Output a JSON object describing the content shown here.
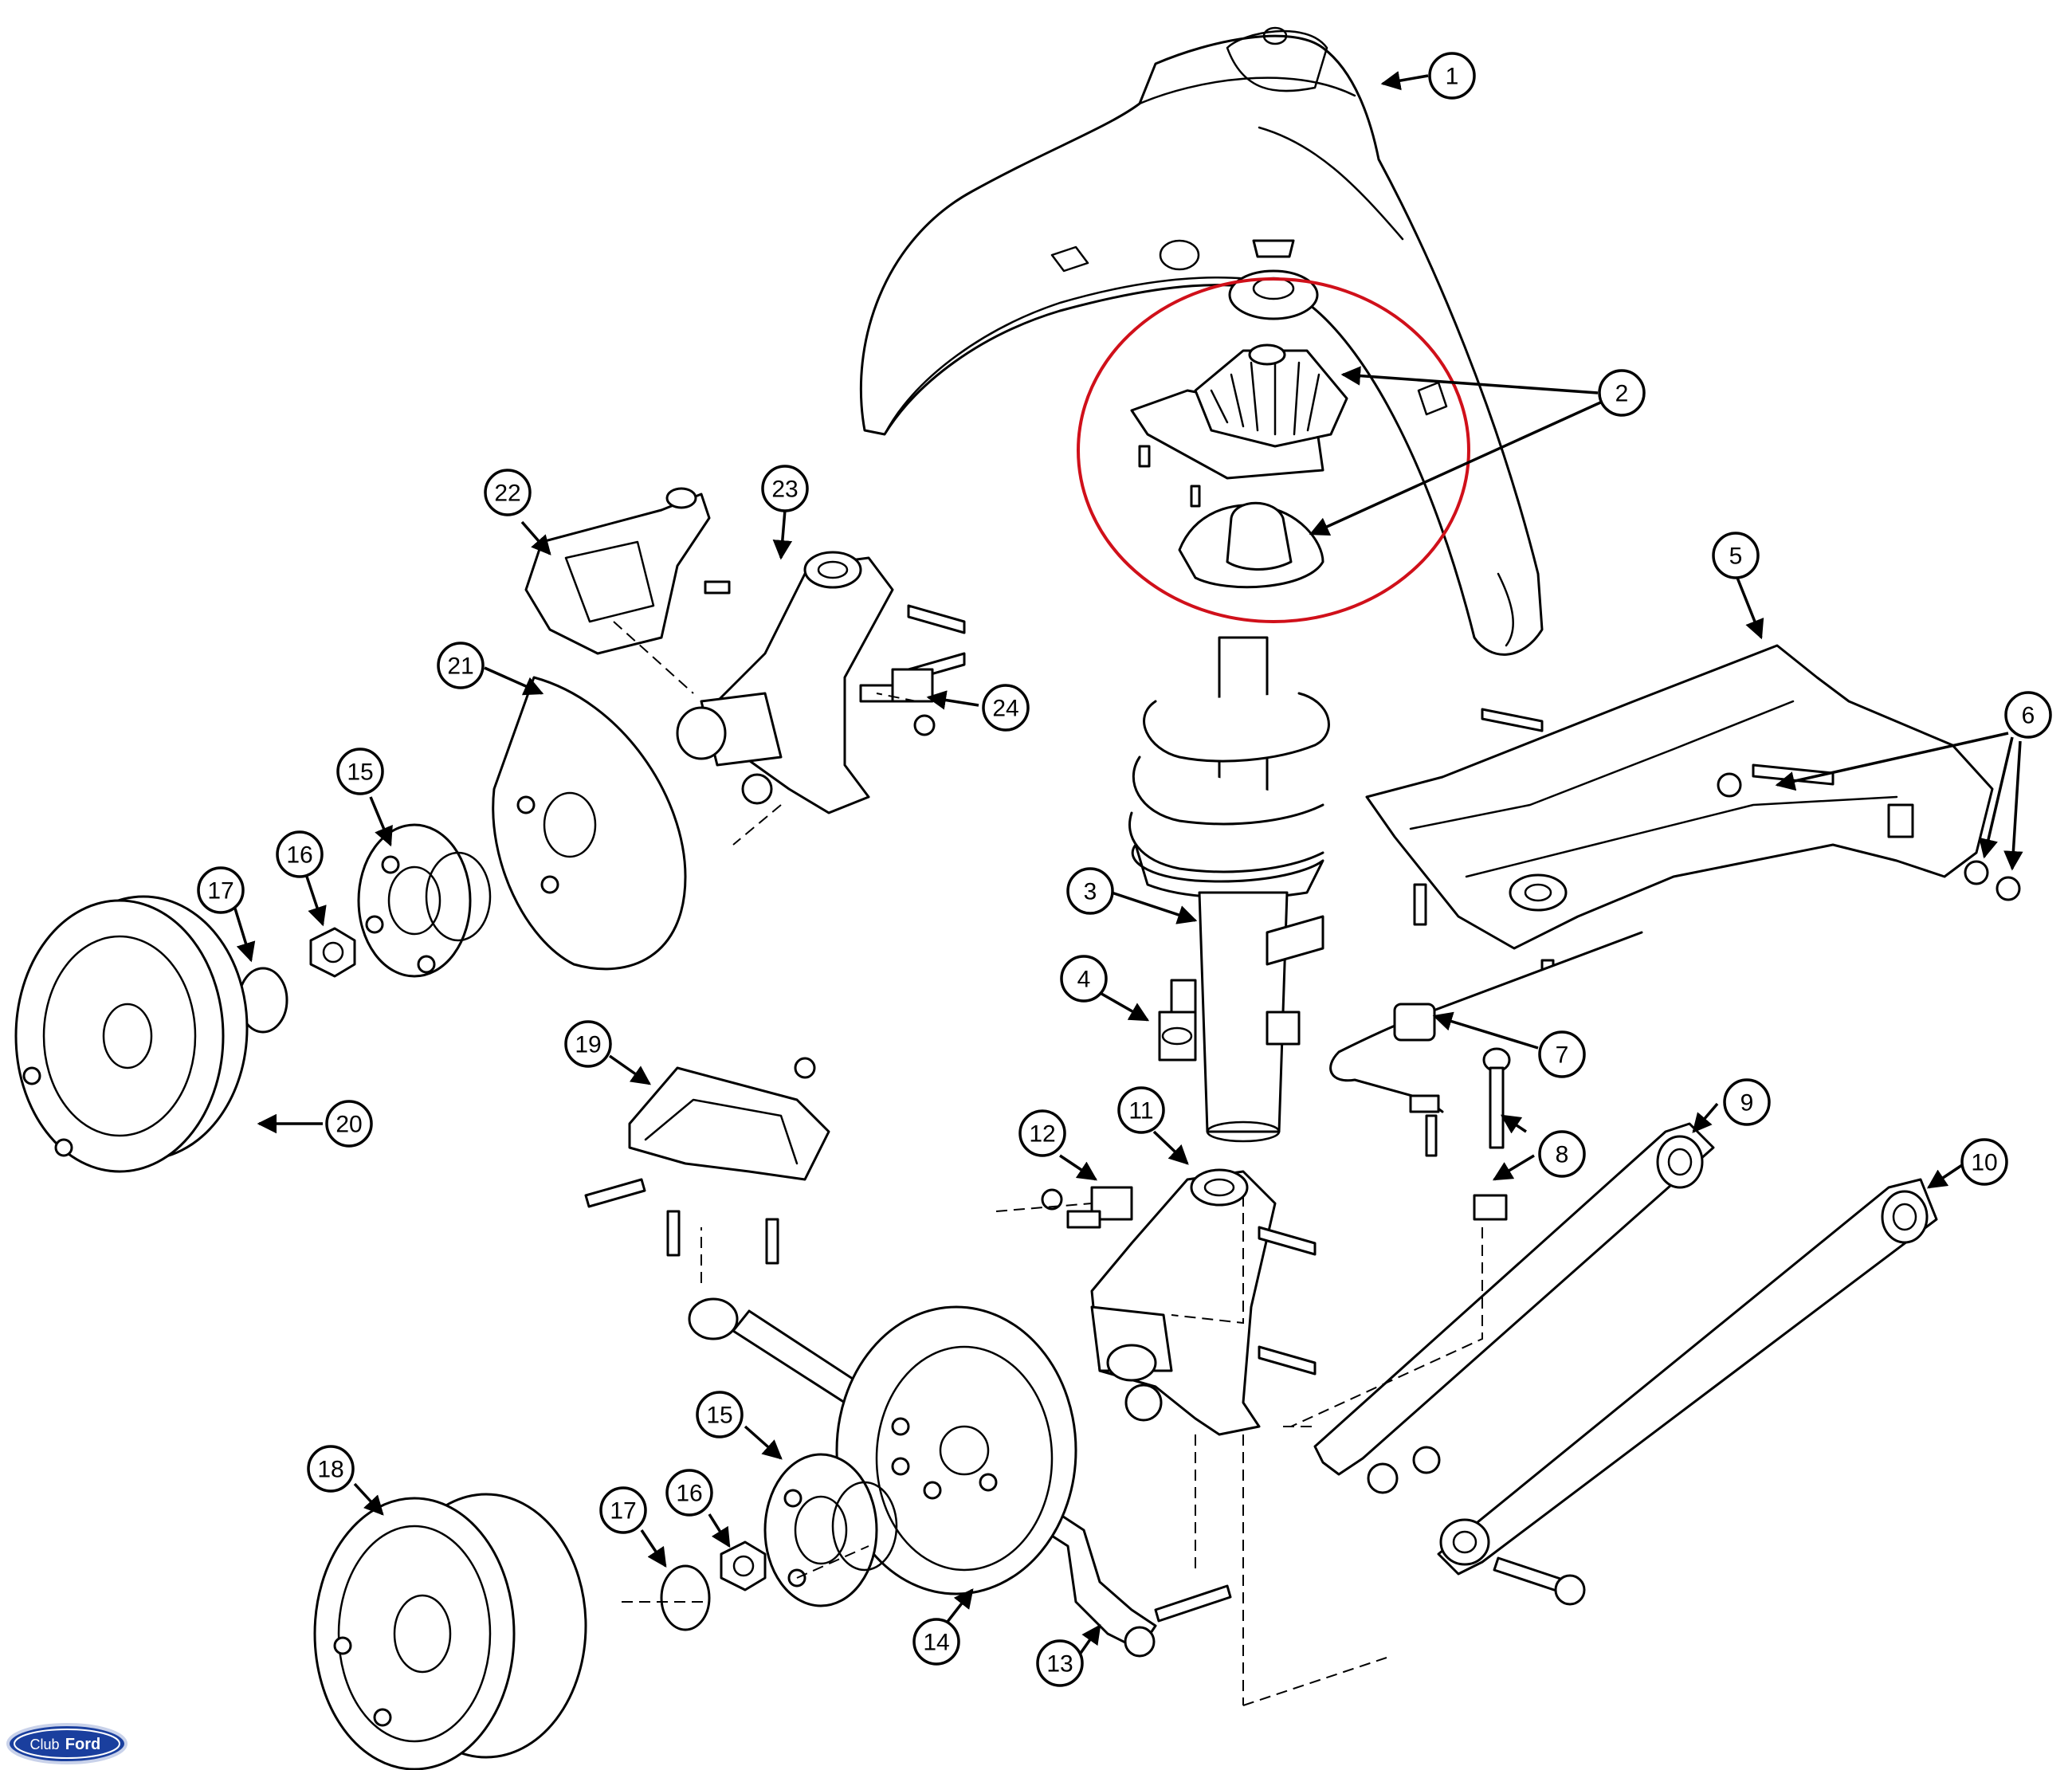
{
  "callouts": [
    {
      "label": "1"
    },
    {
      "label": "2"
    },
    {
      "label": "3"
    },
    {
      "label": "4"
    },
    {
      "label": "5"
    },
    {
      "label": "6"
    },
    {
      "label": "7"
    },
    {
      "label": "8"
    },
    {
      "label": "9"
    },
    {
      "label": "10"
    },
    {
      "label": "11"
    },
    {
      "label": "12"
    },
    {
      "label": "13"
    },
    {
      "label": "14"
    },
    {
      "label": "15"
    },
    {
      "label": "15"
    },
    {
      "label": "16"
    },
    {
      "label": "16"
    },
    {
      "label": "17"
    },
    {
      "label": "17"
    },
    {
      "label": "18"
    },
    {
      "label": "19"
    },
    {
      "label": "20"
    },
    {
      "label": "21"
    },
    {
      "label": "22"
    },
    {
      "label": "23"
    },
    {
      "label": "24"
    }
  ],
  "logo": {
    "text_club": "Club",
    "text_brand": "Ford",
    "color": "#1a3f9e"
  },
  "highlight": {
    "color": "#d0101a"
  }
}
